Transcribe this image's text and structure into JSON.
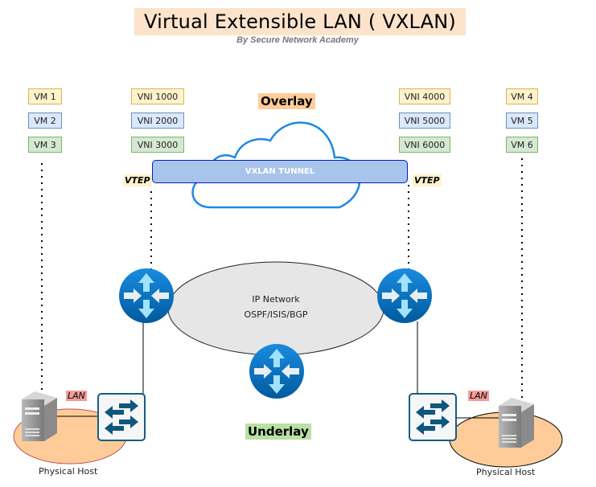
{
  "title": "Virtual Extensible LAN ( VXLAN)",
  "subtitle": "By Secure Network Academy",
  "colors": {
    "yellow_fill": "#fff2cc",
    "yellow_stroke": "#d6b656",
    "blue_fill": "#dae8fc",
    "blue_stroke": "#6c8ebf",
    "green_fill": "#d5e8d4",
    "green_stroke": "#82b366",
    "router_blue": "#0a6fc2",
    "tunnel_fill": "#a9c4eb",
    "host_fill": "#ffcc99",
    "ip_network_fill": "#e6e6e6"
  },
  "left": {
    "vms": [
      "VM 1",
      "VM 2",
      "VM 3"
    ],
    "vnis": [
      "VNI 1000",
      "VNI 2000",
      "VNI 3000"
    ],
    "vtep": "VTEP",
    "lan": "LAN",
    "host_label": "Physical Host"
  },
  "right": {
    "vms": [
      "VM 4",
      "VM 5",
      "VM 6"
    ],
    "vnis": [
      "VNI 4000",
      "VNI 5000",
      "VNI 6000"
    ],
    "vtep": "VTEP",
    "lan": "LAN",
    "host_label": "Physical Host"
  },
  "overlay_label": "Overlay",
  "underlay_label": "Underlay",
  "tunnel_label": "VXLAN TUNNEL",
  "ip_network": {
    "line1": "IP Network",
    "line2": "OSPF/ISIS/BGP"
  }
}
